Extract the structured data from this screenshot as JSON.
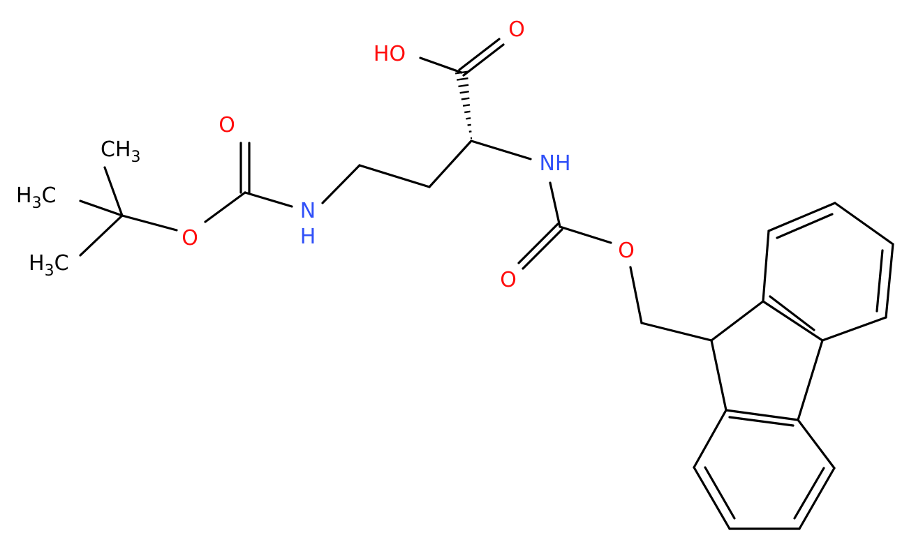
{
  "colors": {
    "bond": "#000000",
    "oxygen": "#ff0d0d",
    "nitrogen": "#3050f8",
    "carbon": "#000000"
  },
  "atoms": {
    "o_carbonyl_acid": {
      "text": "O",
      "element": "oxygen"
    },
    "o_hydroxyl": {
      "text": "HO",
      "element": "oxygen"
    },
    "n_alpha": {
      "text": "NH",
      "element": "nitrogen"
    },
    "o_fmoc_carbonyl": {
      "text": "O",
      "element": "oxygen"
    },
    "o_fmoc_ester": {
      "text": "O",
      "element": "oxygen"
    },
    "n_gamma_n": {
      "text": "N",
      "element": "nitrogen"
    },
    "n_gamma_h": {
      "text": "H",
      "element": "nitrogen"
    },
    "o_boc_carbonyl": {
      "text": "O",
      "element": "oxygen"
    },
    "o_boc_ester": {
      "text": "O",
      "element": "oxygen"
    },
    "ch3_top": {
      "main": "CH",
      "sub": "3",
      "element": "carbon"
    },
    "ch3_left": {
      "main": "H",
      "sub": "3",
      "tail": "C",
      "element": "carbon"
    },
    "ch3_bottom": {
      "main": "H",
      "sub": "3",
      "tail": "C",
      "element": "carbon"
    }
  }
}
